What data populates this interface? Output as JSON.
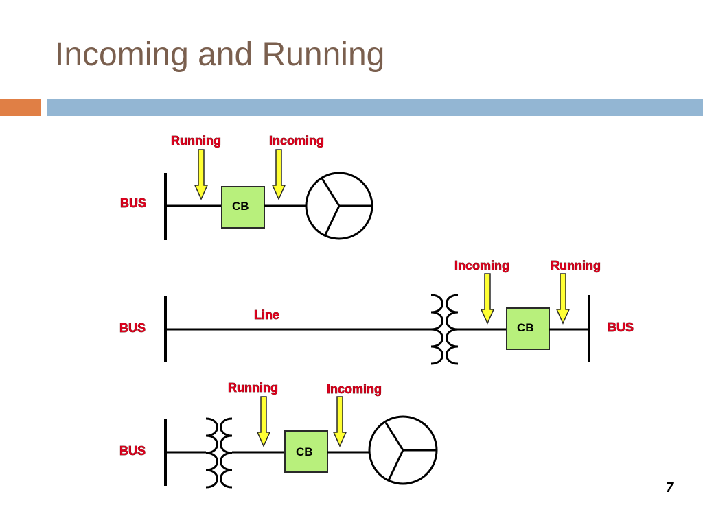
{
  "slide": {
    "title": "Incoming and Running",
    "page_number": "7",
    "accent_colors": {
      "orange": "#e07f45",
      "blue": "#93b6d3"
    }
  },
  "diagram": {
    "colors": {
      "label_red": "#e1001e",
      "cb_fill": "#b8f07c",
      "arrow_fill": "#ffff33"
    },
    "generator_circuit": {
      "bus_label": "BUS",
      "cb_label": "CB",
      "running_label": "Running",
      "incoming_label": "Incoming"
    },
    "line_circuit": {
      "bus_left_label": "BUS",
      "line_label": "Line",
      "incoming_label": "Incoming",
      "running_label": "Running",
      "cb_label": "CB",
      "bus_right_label": "BUS"
    },
    "transformer_generator_circuit": {
      "bus_label": "BUS",
      "running_label": "Running",
      "incoming_label": "Incoming",
      "cb_label": "CB"
    }
  }
}
